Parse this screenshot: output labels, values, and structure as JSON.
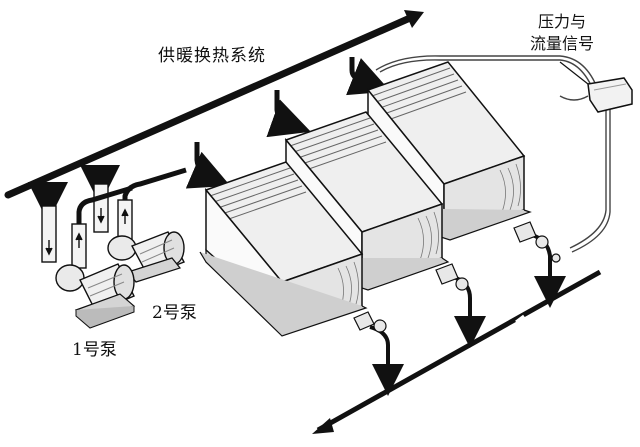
{
  "diagram": {
    "system_label": "供暖换热系统",
    "signal_label_line1": "压力与",
    "signal_label_line2": "流量信号",
    "pump1_label": "1号泵",
    "pump2_label": "2号泵"
  }
}
